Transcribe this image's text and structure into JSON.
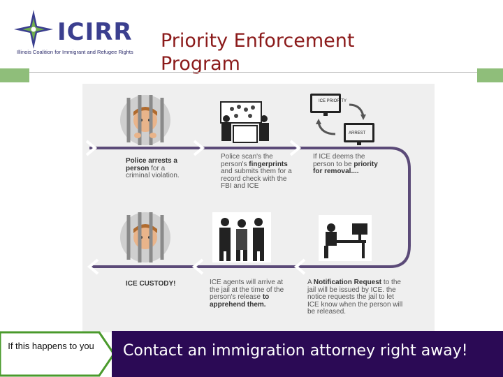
{
  "logo": {
    "name": "ICIRR",
    "subtitle": "Illinois Coalition for Immigrant and Refugee Rights"
  },
  "title": "Priority Enforcement Program",
  "infographic": {
    "monitor_labels": [
      "ICE PRIORITY",
      "ARREST"
    ],
    "steps": [
      {
        "bold": "Police arrests a person",
        "text": " for a criminal violation."
      },
      {
        "pre": "Police scan's the person's ",
        "bold": "fingerprints",
        "text": " and submits them for a record check with the FBI and ICE"
      },
      {
        "pre": "If ICE deems the person to be ",
        "bold": "priority for removal....",
        "text": ""
      },
      {
        "pre": "A ",
        "bold": "Notification Request",
        "text": " to the jail will be issued by ICE. the notice requests the jail to let ICE know when the person will be released."
      },
      {
        "pre": "ICE agents will arrive at the jail at the time of the person's release ",
        "bold": "to apprehend them.",
        "text": ""
      },
      {
        "bold": "ICE CUSTODY!",
        "text": ""
      }
    ]
  },
  "callout": {
    "arrow_text": "If this happens to you",
    "banner_text": "Contact an immigration attorney right away!"
  },
  "colors": {
    "title": "#8b1a1a",
    "accent_green": "#8fbe7a",
    "banner": "#2b0a55",
    "flow_line": "#5b4a78",
    "logo_text": "#3b3f8f"
  }
}
